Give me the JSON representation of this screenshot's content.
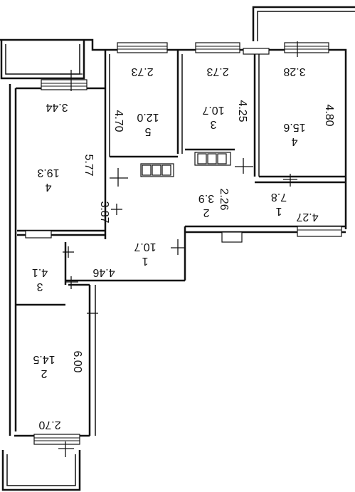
{
  "plan": {
    "rooms": [
      {
        "id": "r1",
        "number": "4",
        "area": "19.3"
      },
      {
        "id": "r2",
        "number": "5",
        "area": "12.0"
      },
      {
        "id": "r3",
        "number": "3",
        "area": "10.7"
      },
      {
        "id": "r4",
        "number": "4",
        "area": "15.6"
      },
      {
        "id": "r5",
        "number": "2",
        "area": "3.9"
      },
      {
        "id": "r6",
        "number": "1",
        "area": "7.8"
      },
      {
        "id": "r7",
        "number": "1",
        "area": "10.7"
      },
      {
        "id": "r8",
        "number": "3",
        "area": "4.1"
      },
      {
        "id": "r9",
        "number": "2",
        "area": "14.5"
      }
    ],
    "dimensions": {
      "d_2_73_a": "2.73",
      "d_2_73_b": "2.73",
      "d_3_28": "3.28",
      "d_3_44": "3.44",
      "d_4_70": "4.70",
      "d_4_25": "4.25",
      "d_4_80": "4.80",
      "d_5_77": "5.77",
      "d_3_87": "3.87",
      "d_2_26": "2.26",
      "d_4_27": "4.27",
      "d_4_46": "4.46",
      "d_6_00": "6.00",
      "d_2_70": "2.70"
    }
  }
}
